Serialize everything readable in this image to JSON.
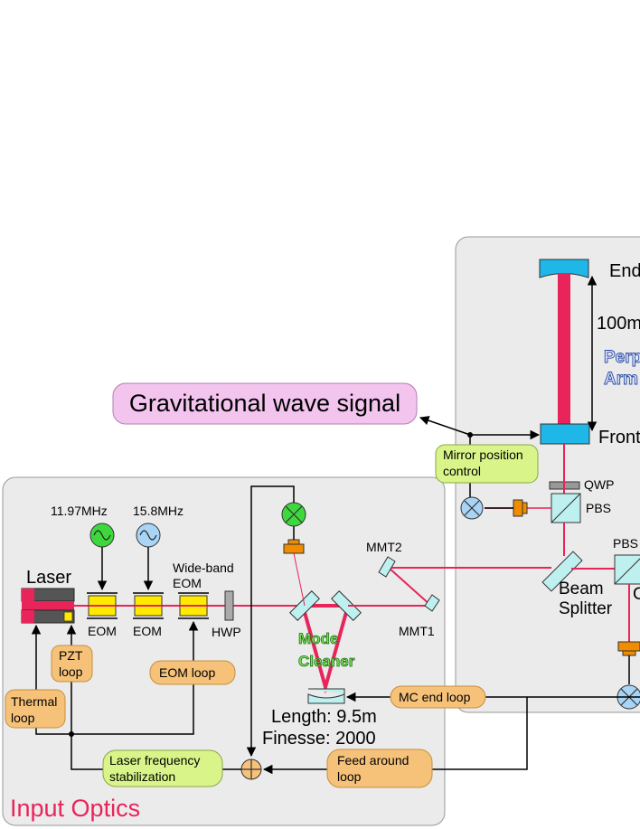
{
  "gw_signal": "Gravitational wave signal",
  "interferometer": {
    "end_mirror": "End",
    "front_mirror": "Front",
    "arm_length": "100m",
    "arm_name_line1": "Perp",
    "arm_name_line2": "Arm",
    "mirror_control_line1": "Mirror position",
    "mirror_control_line2": "control",
    "qwp": "QWP",
    "pbs_left": "PBS",
    "pbs_right": "PBS",
    "beam_splitter_line1": "Beam",
    "beam_splitter_line2": "Splitter",
    "cut_label": "C"
  },
  "input_optics": {
    "title": "Input Optics",
    "laser": "Laser",
    "freq1": "11.97MHz",
    "freq2": "15.8MHz",
    "eom1": "EOM",
    "eom2": "EOM",
    "wideband_line1": "Wide-band",
    "wideband_line2": "EOM",
    "hwp": "HWP",
    "mmt1": "MMT1",
    "mmt2": "MMT2",
    "mode_cleaner_line1": "Mode",
    "mode_cleaner_line2": "Cleaner",
    "length": "Length: 9.5m",
    "finesse": "Finesse: 2000",
    "pzt_line1": "PZT",
    "pzt_line2": "loop",
    "eom_loop": "EOM loop",
    "thermal_line1": "Thermal",
    "thermal_line2": "loop",
    "laser_freq_line1": "Laser frequency",
    "laser_freq_line2": "stabilization",
    "mc_end_loop": "MC end loop",
    "feed_line1": "Feed around",
    "feed_line2": "loop"
  },
  "colors": {
    "beam": "#e8245a",
    "panel": "#ebebeb",
    "loop_box": "#f6c27a",
    "control_box": "#d9f58a",
    "signal_box": "#f2c4ee",
    "eom": "#ffea00",
    "mirror": "#bff0f0",
    "input_title": "#e8245a"
  }
}
